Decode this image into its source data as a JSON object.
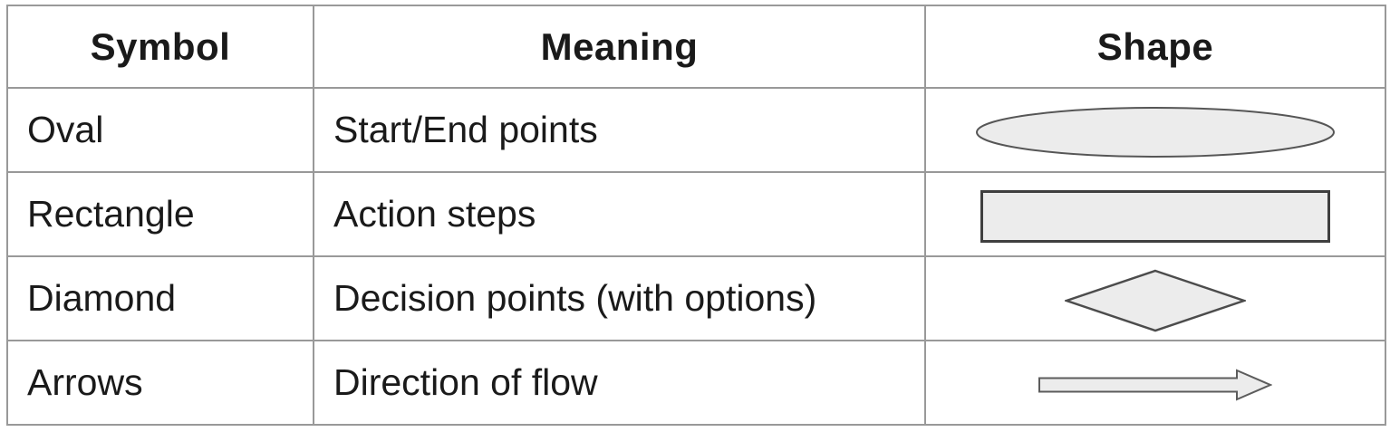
{
  "table": {
    "columns": [
      {
        "label": "Symbol"
      },
      {
        "label": "Meaning"
      },
      {
        "label": "Shape"
      }
    ],
    "rows": [
      {
        "symbol": "Oval",
        "meaning": "Start/End points",
        "shape_icon": "oval-icon"
      },
      {
        "symbol": "Rectangle",
        "meaning": "Action steps",
        "shape_icon": "rectangle-icon"
      },
      {
        "symbol": "Diamond",
        "meaning": "Decision points (with options)",
        "shape_icon": "diamond-icon"
      },
      {
        "symbol": "Arrows",
        "meaning": "Direction of flow",
        "shape_icon": "arrow-icon"
      }
    ]
  },
  "colors": {
    "grid": "#999999",
    "text": "#1a1a1a",
    "shape_fill": "#ececec",
    "oval_stroke": "#565656",
    "rectangle_stroke": "#3f3f3f",
    "diamond_stroke": "#4c4c4c",
    "arrow_stroke": "#5c5c5c",
    "background": "#ffffff"
  }
}
